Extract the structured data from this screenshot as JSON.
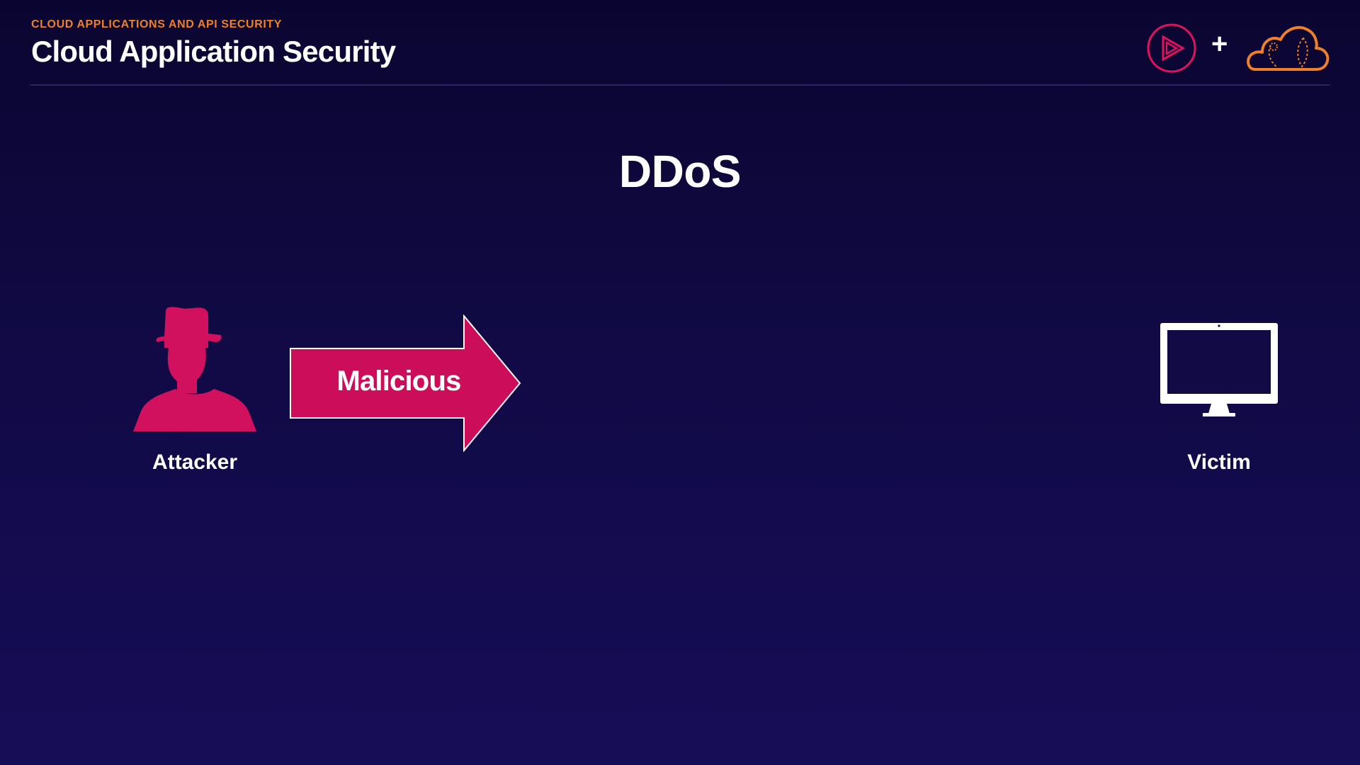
{
  "header": {
    "eyebrow": "CLOUD APPLICATIONS AND API SECURITY",
    "course_title": "Cloud Application Security",
    "brand_plus": "+"
  },
  "slide": {
    "title": "DDoS"
  },
  "diagram": {
    "attacker": {
      "label": "Attacker",
      "icon": "hacker-silhouette-icon"
    },
    "arrow": {
      "label": "Malicious"
    },
    "victim": {
      "label": "Victim",
      "icon": "computer-monitor-icon"
    }
  },
  "colors": {
    "accent_orange": "#f07f2a",
    "attacker_magenta": "#d1105e",
    "brand_pink": "#e0125d",
    "background_top": "#0a0530",
    "background_bottom": "#160d57"
  }
}
